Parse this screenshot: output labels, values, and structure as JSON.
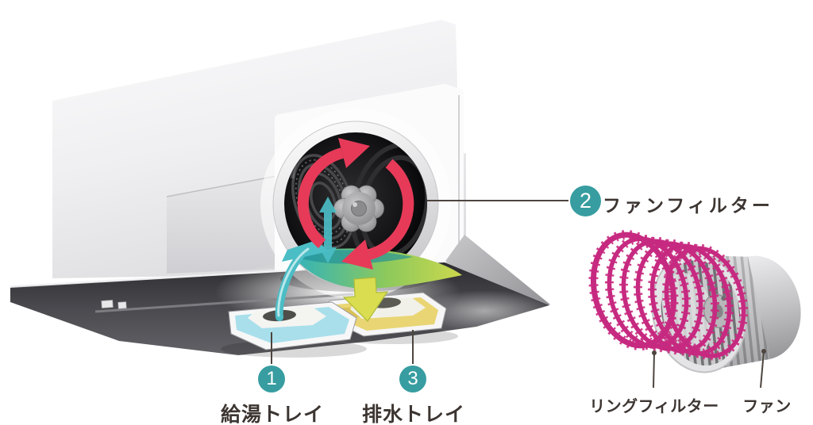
{
  "figure": {
    "type": "product-parts-diagram",
    "callouts": [
      {
        "number": "1",
        "label": "給湯トレイ"
      },
      {
        "number": "2",
        "label": "ファンフィルター"
      },
      {
        "number": "3",
        "label": "排水トレイ"
      }
    ],
    "part_labels": [
      {
        "text": "リングフィルター"
      },
      {
        "text": "ファン"
      }
    ],
    "colors": {
      "callout_bg": "#379da0",
      "callout_text": "#ffffff",
      "label_text": "#3c3531",
      "rotation_arrow": "#e73a58",
      "flow_teal": "#4bbdc5",
      "flow_yellow": "#d9dd4f",
      "water_hot": "#a8dfeb",
      "water_drain": "#e9d573",
      "ring_filter": "#c62a80",
      "leader_line": "#4d453f"
    }
  }
}
